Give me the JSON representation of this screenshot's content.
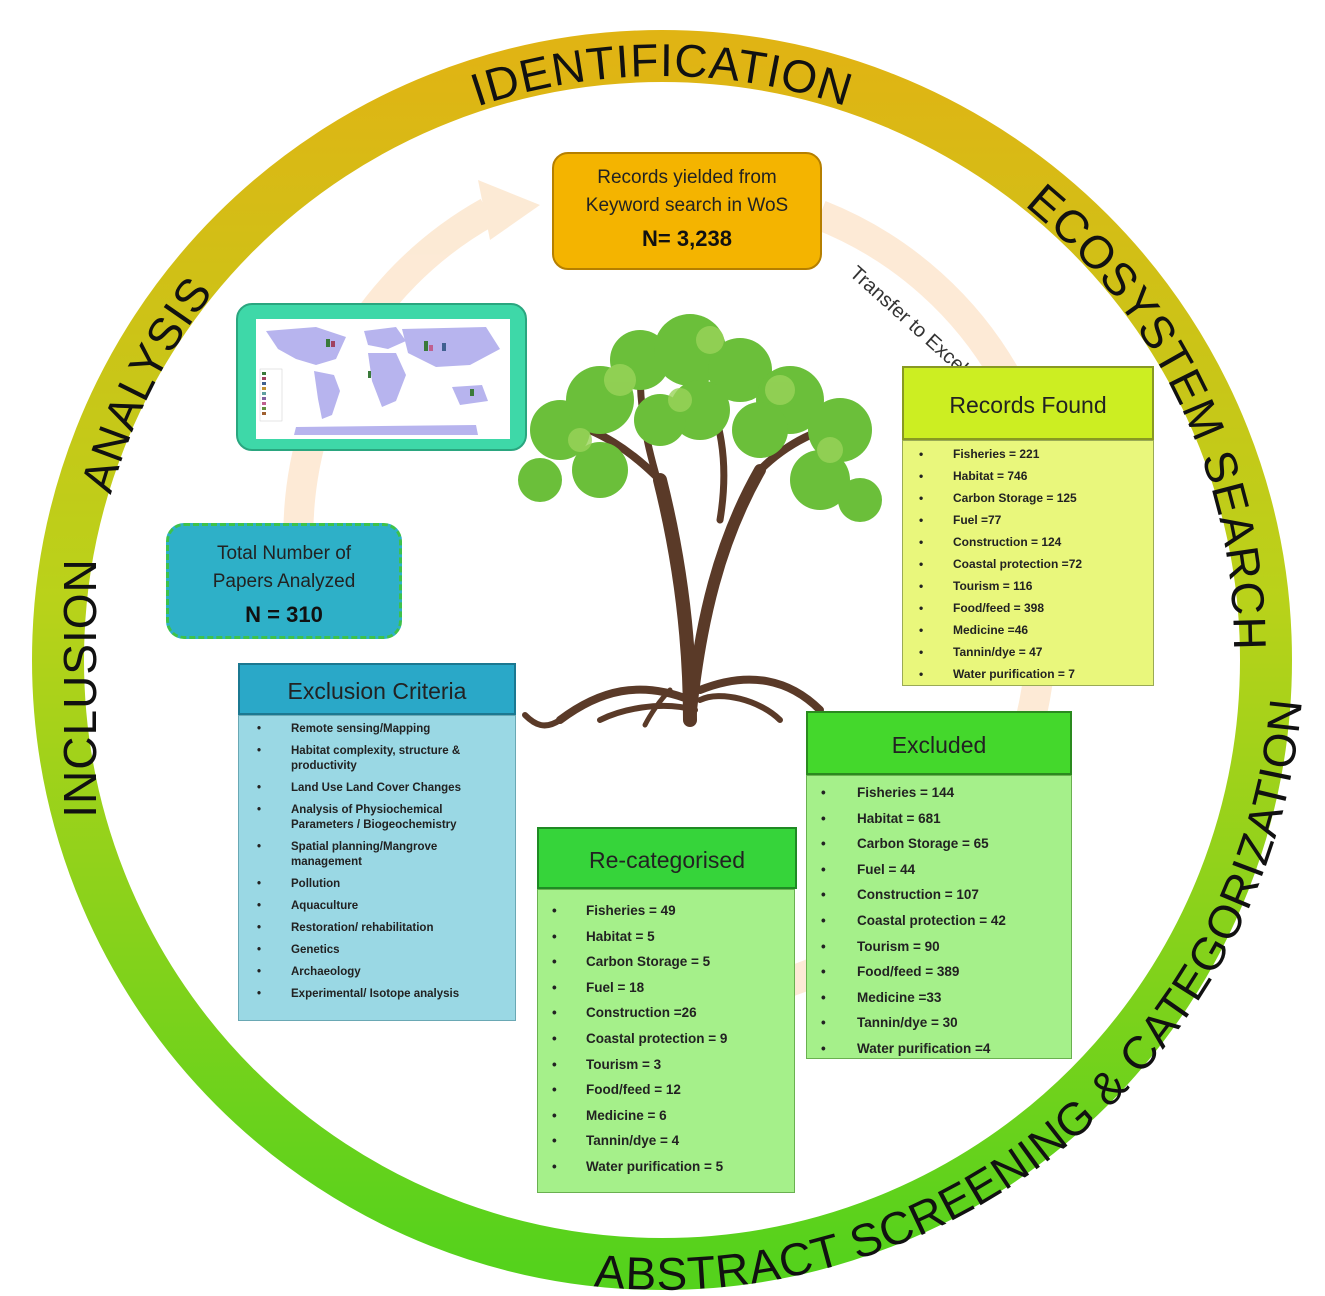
{
  "ring": {
    "identification": "IDENTIFICATION",
    "ecosystem_search": "ECOSYSTEM SEARCH",
    "abstract_screening": "ABSTRACT SCREENING & CATEGORIZATION",
    "inclusion": "INCLUSION",
    "analysis": "ANALYSIS"
  },
  "records_yielded": {
    "line1": "Records yielded from",
    "line2": "Keyword search in WoS",
    "count": "N= 3,238"
  },
  "transfer_label": "Transfer to Excel",
  "total": {
    "line1": "Total Number of",
    "line2": "Papers Analyzed",
    "count": "N = 310"
  },
  "records_found": {
    "title": "Records Found",
    "items": [
      "Fisheries = 221",
      "Habitat = 746",
      "Carbon Storage = 125",
      "Fuel =77",
      "Construction  = 124",
      "Coastal protection =72",
      "Tourism = 116",
      "Food/feed = 398",
      "Medicine =46",
      "Tannin/dye = 47",
      "Water purification = 7"
    ]
  },
  "exclusion": {
    "title": "Exclusion Criteria",
    "items": [
      "Remote sensing/Mapping",
      "Habitat complexity, structure & productivity",
      "Land Use Land Cover Changes",
      "Analysis of Physiochemical Parameters / Biogeochemistry",
      "Spatial planning/Mangrove management",
      "Pollution",
      " Aquaculture",
      "Restoration/ rehabilitation",
      "Genetics",
      "Archaeology",
      "Experimental/ Isotope analysis"
    ]
  },
  "recategorised": {
    "title": "Re-categorised",
    "items": [
      "Fisheries = 49",
      "Habitat = 5",
      "Carbon Storage  = 5",
      "Fuel = 18",
      "Construction =26",
      "Coastal protection = 9",
      "Tourism  = 3",
      "Food/feed = 12",
      "Medicine = 6",
      "Tannin/dye  = 4",
      "Water purification  = 5"
    ]
  },
  "excluded": {
    "title": "Excluded",
    "items": [
      "Fisheries = 144",
      "Habitat  = 681",
      "Carbon Storage  = 65",
      "Fuel = 44",
      "Construction = 107",
      "Coastal protection = 42",
      "Tourism = 90",
      "Food/feed = 389",
      "Medicine =33",
      "Tannin/dye  = 30",
      "Water purification  =4"
    ]
  },
  "colors": {
    "ring_top": "#e0b414",
    "ring_bottom": "#58d21e",
    "records_yielded": "#f4b400",
    "records_found_header": "#ccee22",
    "exclusion_header": "#2aa8c8",
    "recategorised_header": "#36d43a",
    "excluded_header": "#44d82c",
    "map_card": "#3ed8a8",
    "total": "#2eb0c8"
  }
}
